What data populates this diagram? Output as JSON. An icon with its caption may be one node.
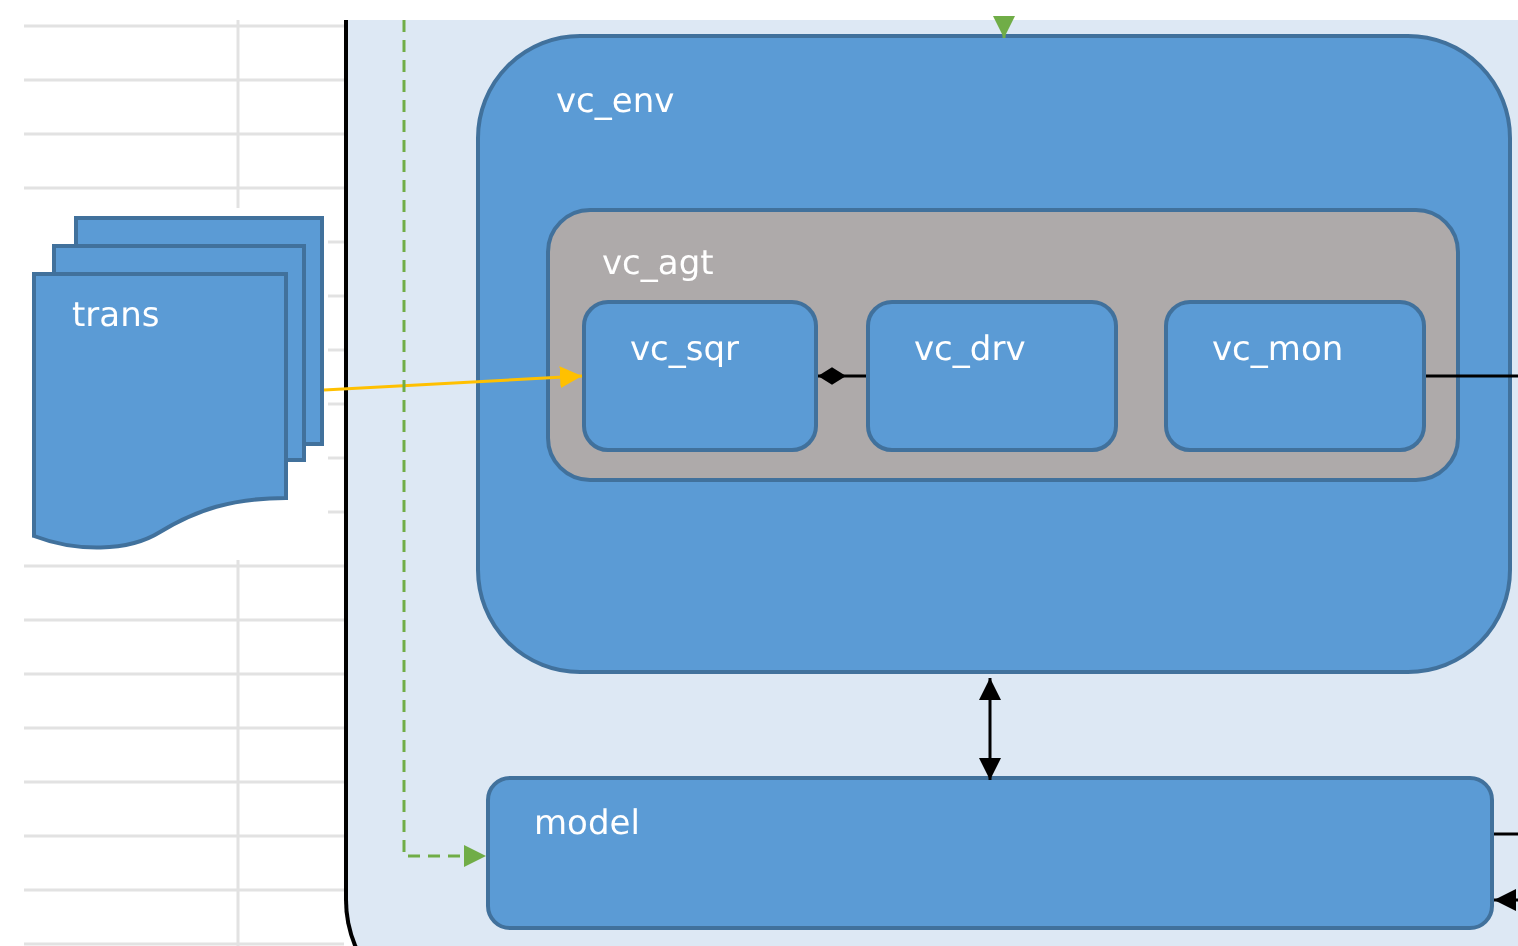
{
  "diagram": {
    "nodes": [
      {
        "text": [],
        "shape": "box"
      },
      {
        "text": [
          "trans"
        ]
      },
      {
        "text": [
          "vc_env"
        ],
        "in": 0
      },
      {
        "text": [
          "vc_agt"
        ],
        "in": 2
      },
      {
        "text": [
          "vc_sqr"
        ],
        "in": 3
      },
      {
        "text": [
          "vc_drv"
        ],
        "in": 3
      },
      {
        "text": [
          "vc_mon"
        ],
        "in": 3
      },
      {
        "text": [
          "model"
        ],
        "in": 0
      }
    ],
    "edges": [
      {
        "from": 1,
        "to": 4,
        "arrow": "to",
        "color": "#ffc000"
      },
      {
        "from": 5,
        "to": 4,
        "arrow": "other"
      },
      {
        "from": 6,
        "to": null,
        "arrow": "none"
      },
      {
        "from": 2,
        "to": 7,
        "arrow": "both"
      },
      {
        "from": null,
        "to": 7,
        "arrow": "to",
        "style": "dashed",
        "color": "#70ad47"
      },
      {
        "from": null,
        "to": 2,
        "arrow": "to",
        "color": "#70ad47"
      },
      {
        "from": 7,
        "to": null,
        "arrow": "none"
      },
      {
        "from": null,
        "to": 7,
        "arrow": "to"
      }
    ]
  }
}
